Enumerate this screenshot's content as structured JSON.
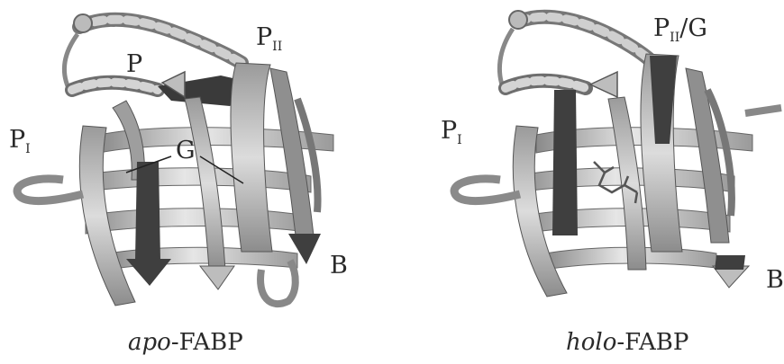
{
  "apo": {
    "caption_prefix": "apo",
    "caption_suffix": "-FABP",
    "labels": {
      "p": "P",
      "p_two": "P",
      "p_two_sub": "II",
      "p_one": "P",
      "p_one_sub": "I",
      "g": "G",
      "b": "B"
    }
  },
  "holo": {
    "caption_prefix": "holo",
    "caption_suffix": "-FABP",
    "labels": {
      "p_two": "P",
      "p_two_sub": "II",
      "p_two_suffix": "/G",
      "p_one": "P",
      "p_one_sub": "I",
      "b": "B"
    }
  }
}
